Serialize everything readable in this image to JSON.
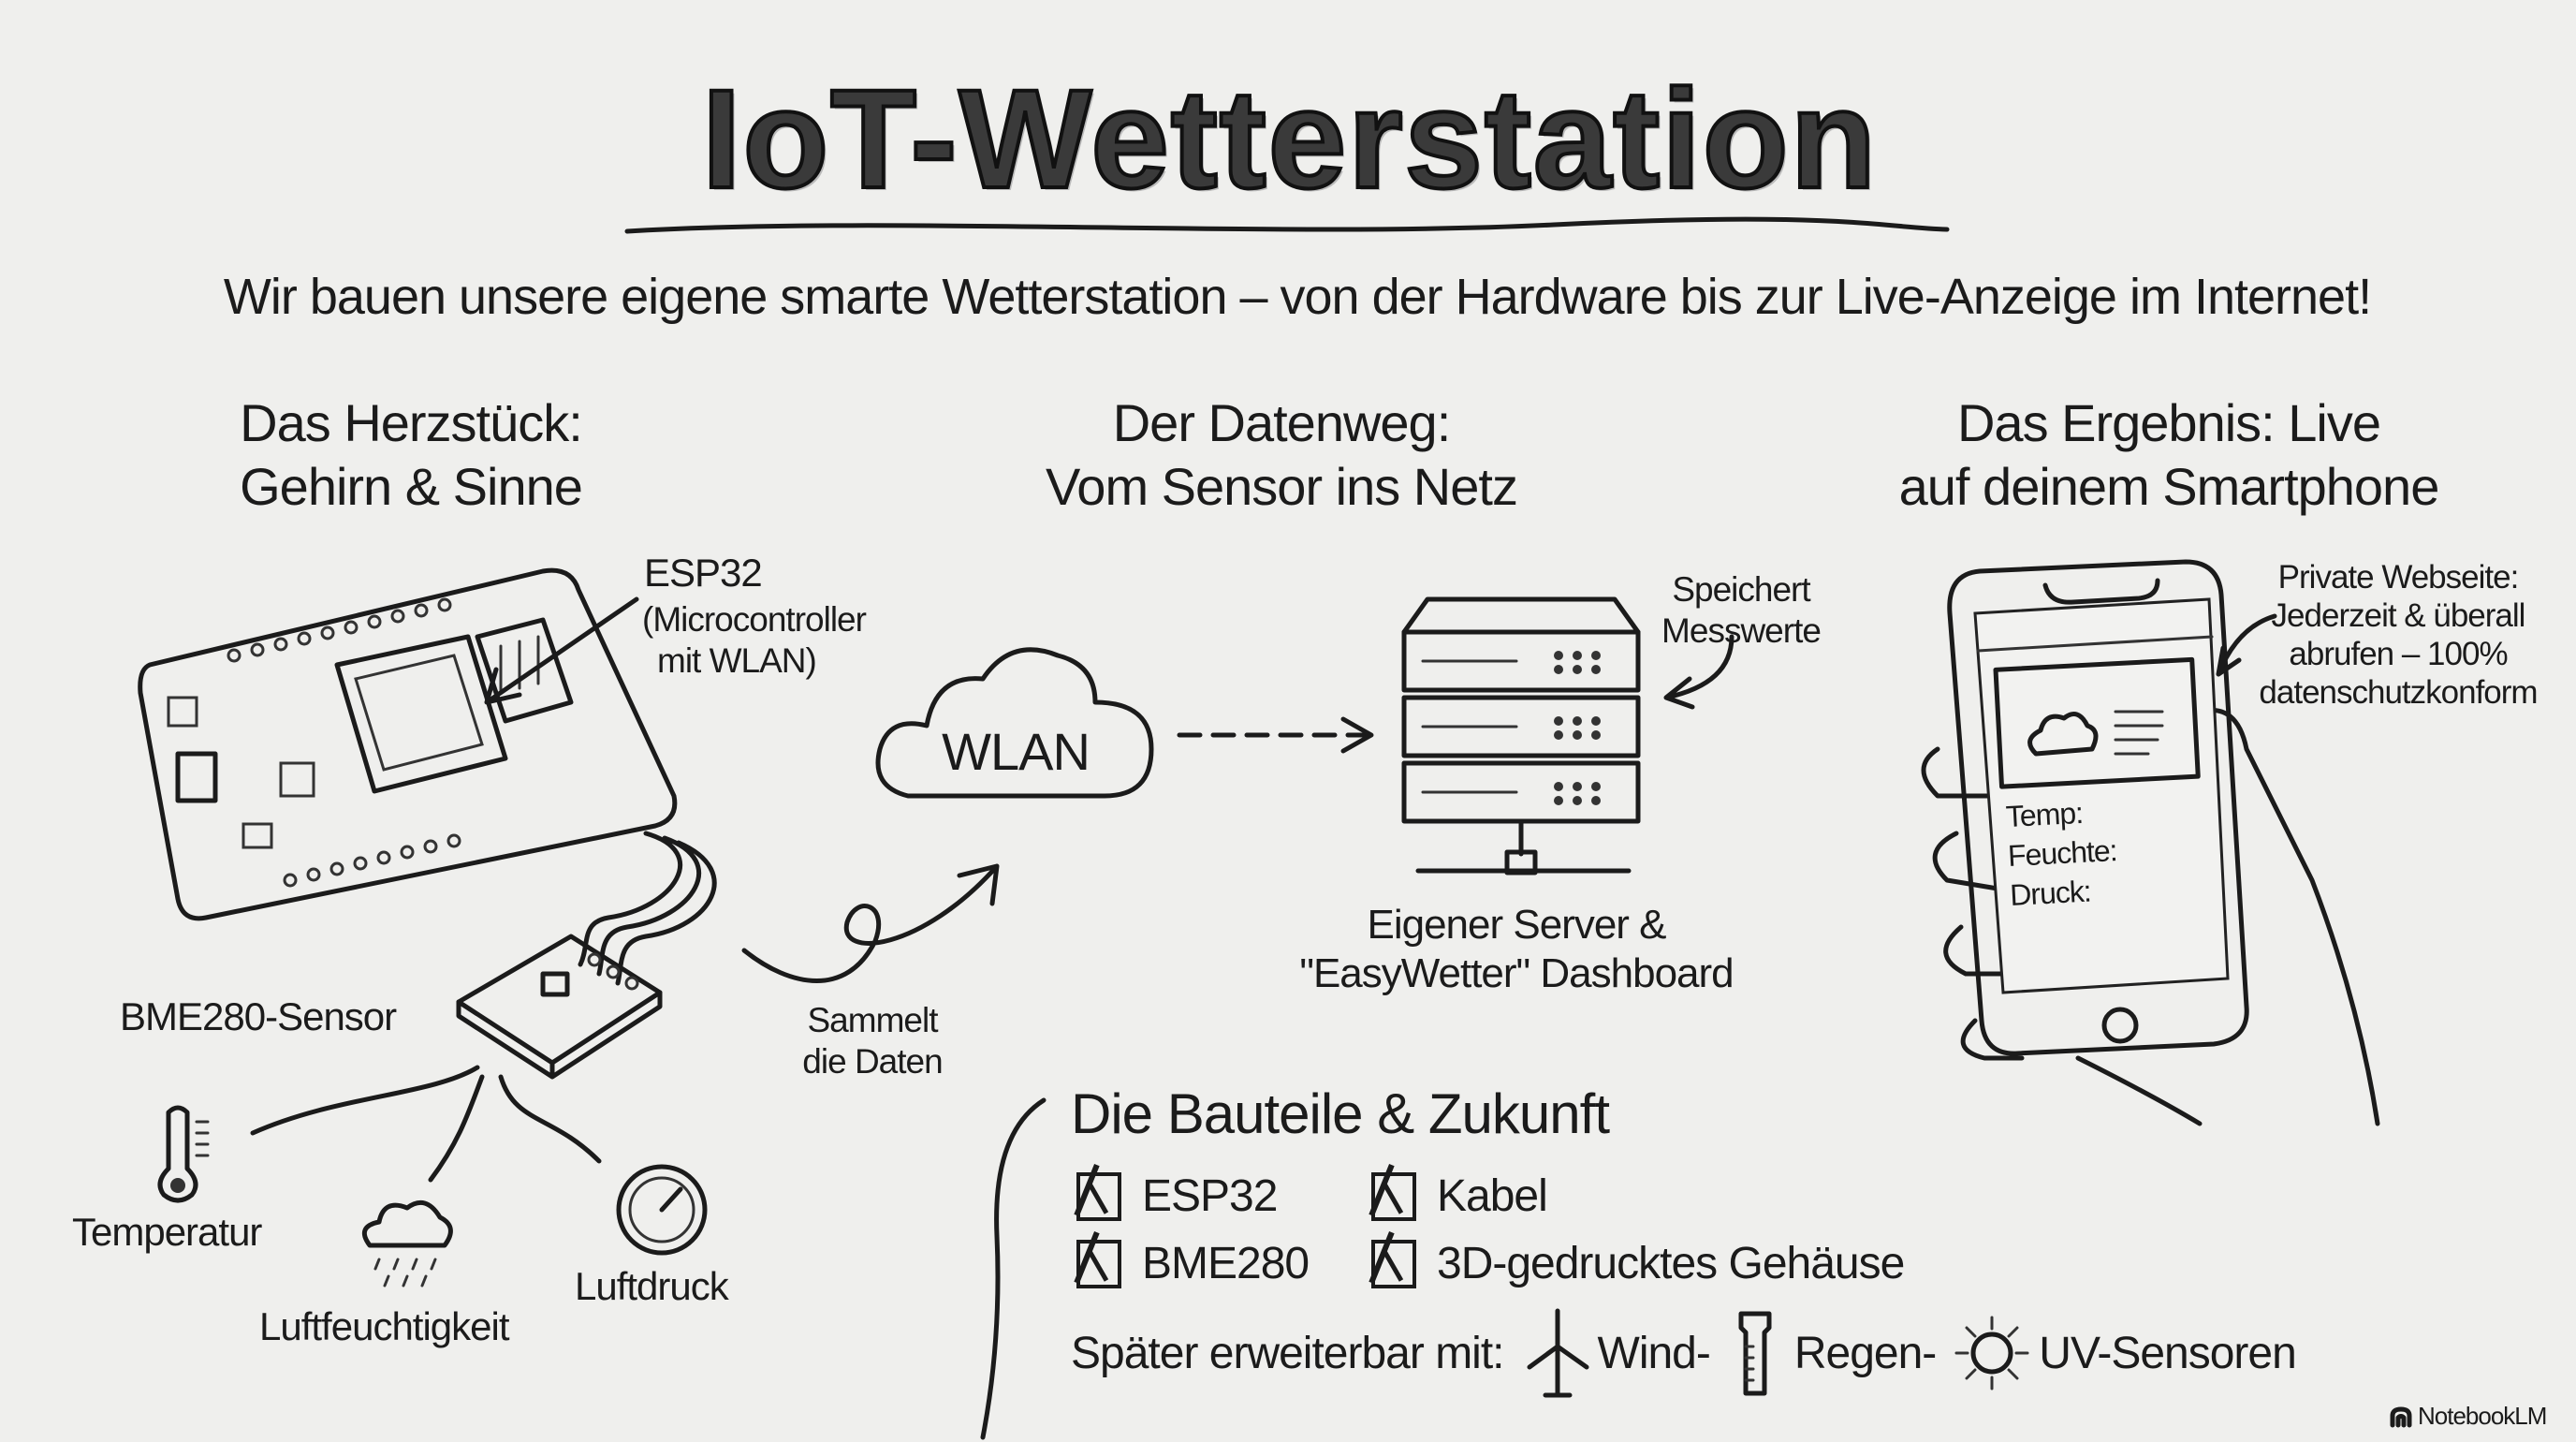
{
  "header": {
    "title": "IoT-Wetterstation",
    "subtitle": "Wir bauen unsere eigene smarte Wetterstation – von der Hardware bis zur Live-Anzeige im Internet!"
  },
  "sections": {
    "hardware": {
      "heading_line1": "Das Herzstück:",
      "heading_line2": "Gehirn & Sinne",
      "esp32_label": "ESP32",
      "esp32_desc_line1": "(Microcontroller",
      "esp32_desc_line2": "mit WLAN)",
      "sensor_label": "BME280-Sensor",
      "measurements": [
        "Temperatur",
        "Luftfeuchtigkeit",
        "Luftdruck"
      ]
    },
    "dataflow": {
      "heading_line1": "Der Datenweg:",
      "heading_line2": "Vom Sensor ins Netz",
      "collect_line1": "Sammelt",
      "collect_line2": "die Daten",
      "cloud_label": "WLAN",
      "store_line1": "Speichert",
      "store_line2": "Messwerte",
      "server_line1": "Eigener Server &",
      "server_line2": "\"EasyWetter\" Dashboard"
    },
    "result": {
      "heading_line1": "Das Ergebnis: Live",
      "heading_line2": "auf deinem Smartphone",
      "note_lines": [
        "Private Webseite:",
        "Jederzeit & überall",
        "abrufen – 100%",
        "datenschutzkonform"
      ],
      "phone_fields": [
        "Temp:",
        "Feuchte:",
        "Druck:"
      ]
    }
  },
  "components": {
    "heading": "Die Bauteile & Zukunft",
    "items": [
      {
        "label": "ESP32",
        "checked": true
      },
      {
        "label": "Kabel",
        "checked": true
      },
      {
        "label": "BME280",
        "checked": true
      },
      {
        "label": "3D-gedrucktes Gehäuse",
        "checked": true
      }
    ],
    "future_label": "Später erweiterbar mit:",
    "future_items": [
      {
        "icon": "wind-turbine-icon",
        "label": "Wind-"
      },
      {
        "icon": "rain-gauge-icon",
        "label": "Regen-"
      },
      {
        "icon": "sun-icon",
        "label": "UV-Sensoren"
      }
    ]
  },
  "footer": {
    "brand": "NotebookLM"
  }
}
